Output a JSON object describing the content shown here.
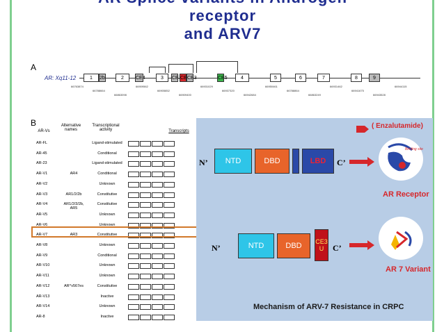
{
  "title": {
    "line1": "AR Splice variants in Androgen",
    "line2": "receptor",
    "line3": "and ARV7"
  },
  "panel_a": {
    "label": "A",
    "locus": "AR: Xq11-12",
    "exons": [
      "1",
      "2b",
      "2",
      "CE4",
      "3",
      "CE1",
      "CE2",
      "CE3",
      "CE5",
      "4",
      "5",
      "6",
      "7",
      "8",
      "9"
    ],
    "coords": [
      "66763874",
      "66788664",
      "66863098",
      "66909562",
      "66905852",
      "66909400",
      "66931029",
      "66937320",
      "66942684",
      "66950461",
      "66788864",
      "66863249",
      "66931462",
      "66941675",
      "66943528",
      "66944115"
    ]
  },
  "panel_b": {
    "label": "B",
    "headers": {
      "variants": "AR-Vs",
      "alt": "Alternative names",
      "activity": "Transcriptional activity",
      "transcripts": "Transcripts"
    },
    "rows": [
      {
        "name": "AR-FL",
        "alt": "",
        "activity": "Ligand-stimulated"
      },
      {
        "name": "AR-45",
        "alt": "",
        "activity": "Conditional"
      },
      {
        "name": "AR-23",
        "alt": "",
        "activity": "Ligand-stimulated"
      },
      {
        "name": "AR-V1",
        "alt": "AR4",
        "activity": "Conditional"
      },
      {
        "name": "AR-V2",
        "alt": "",
        "activity": "Unknown"
      },
      {
        "name": "AR-V3",
        "alt": "AR1/2/2b",
        "activity": "Constitutive"
      },
      {
        "name": "AR-V4",
        "alt": "AR1/2/3/2b, AR5",
        "activity": "Constitutive"
      },
      {
        "name": "AR-V5",
        "alt": "",
        "activity": "Unknown"
      },
      {
        "name": "AR-V6",
        "alt": "",
        "activity": "Unknown"
      },
      {
        "name": "AR-V7",
        "alt": "AR3",
        "activity": "Constitutive"
      },
      {
        "name": "AR-V8",
        "alt": "",
        "activity": "Unknown"
      },
      {
        "name": "AR-V9",
        "alt": "",
        "activity": "Conditional"
      },
      {
        "name": "AR-V10",
        "alt": "",
        "activity": "Unknown"
      },
      {
        "name": "AR-V11",
        "alt": "",
        "activity": "Unknown"
      },
      {
        "name": "AR-V12",
        "alt": "AR^v567es",
        "activity": "Constitutive"
      },
      {
        "name": "AR-V13",
        "alt": "",
        "activity": "Inactive"
      },
      {
        "name": "AR-V14",
        "alt": "",
        "activity": "Unknown"
      },
      {
        "name": "AR-8",
        "alt": "",
        "activity": "Inactive"
      }
    ]
  },
  "mechanism": {
    "legend": "( Enzalutamide)",
    "binding_site": "Binding site",
    "n_term_top": "N’",
    "c_term_top": "C’",
    "n_term_bottom": "N’",
    "c_term_bottom": "C’",
    "ntd": "NTD",
    "dbd": "DBD",
    "lbd": "LBD",
    "ce3_line1": "CE3",
    "ce3_line2": "U",
    "ar_receptor": "AR Receptor",
    "ar7_variant": "AR 7 Variant",
    "caption": "Mechanism of  ARV-7 Resistance in CRPC",
    "colors": {
      "ntd": "#2ec5e8",
      "dbd": "#e8642a",
      "lbd": "#2a49a8",
      "ce3": "#c0111a",
      "panel": "#b8cde6",
      "accent_red": "#d6272b"
    }
  }
}
